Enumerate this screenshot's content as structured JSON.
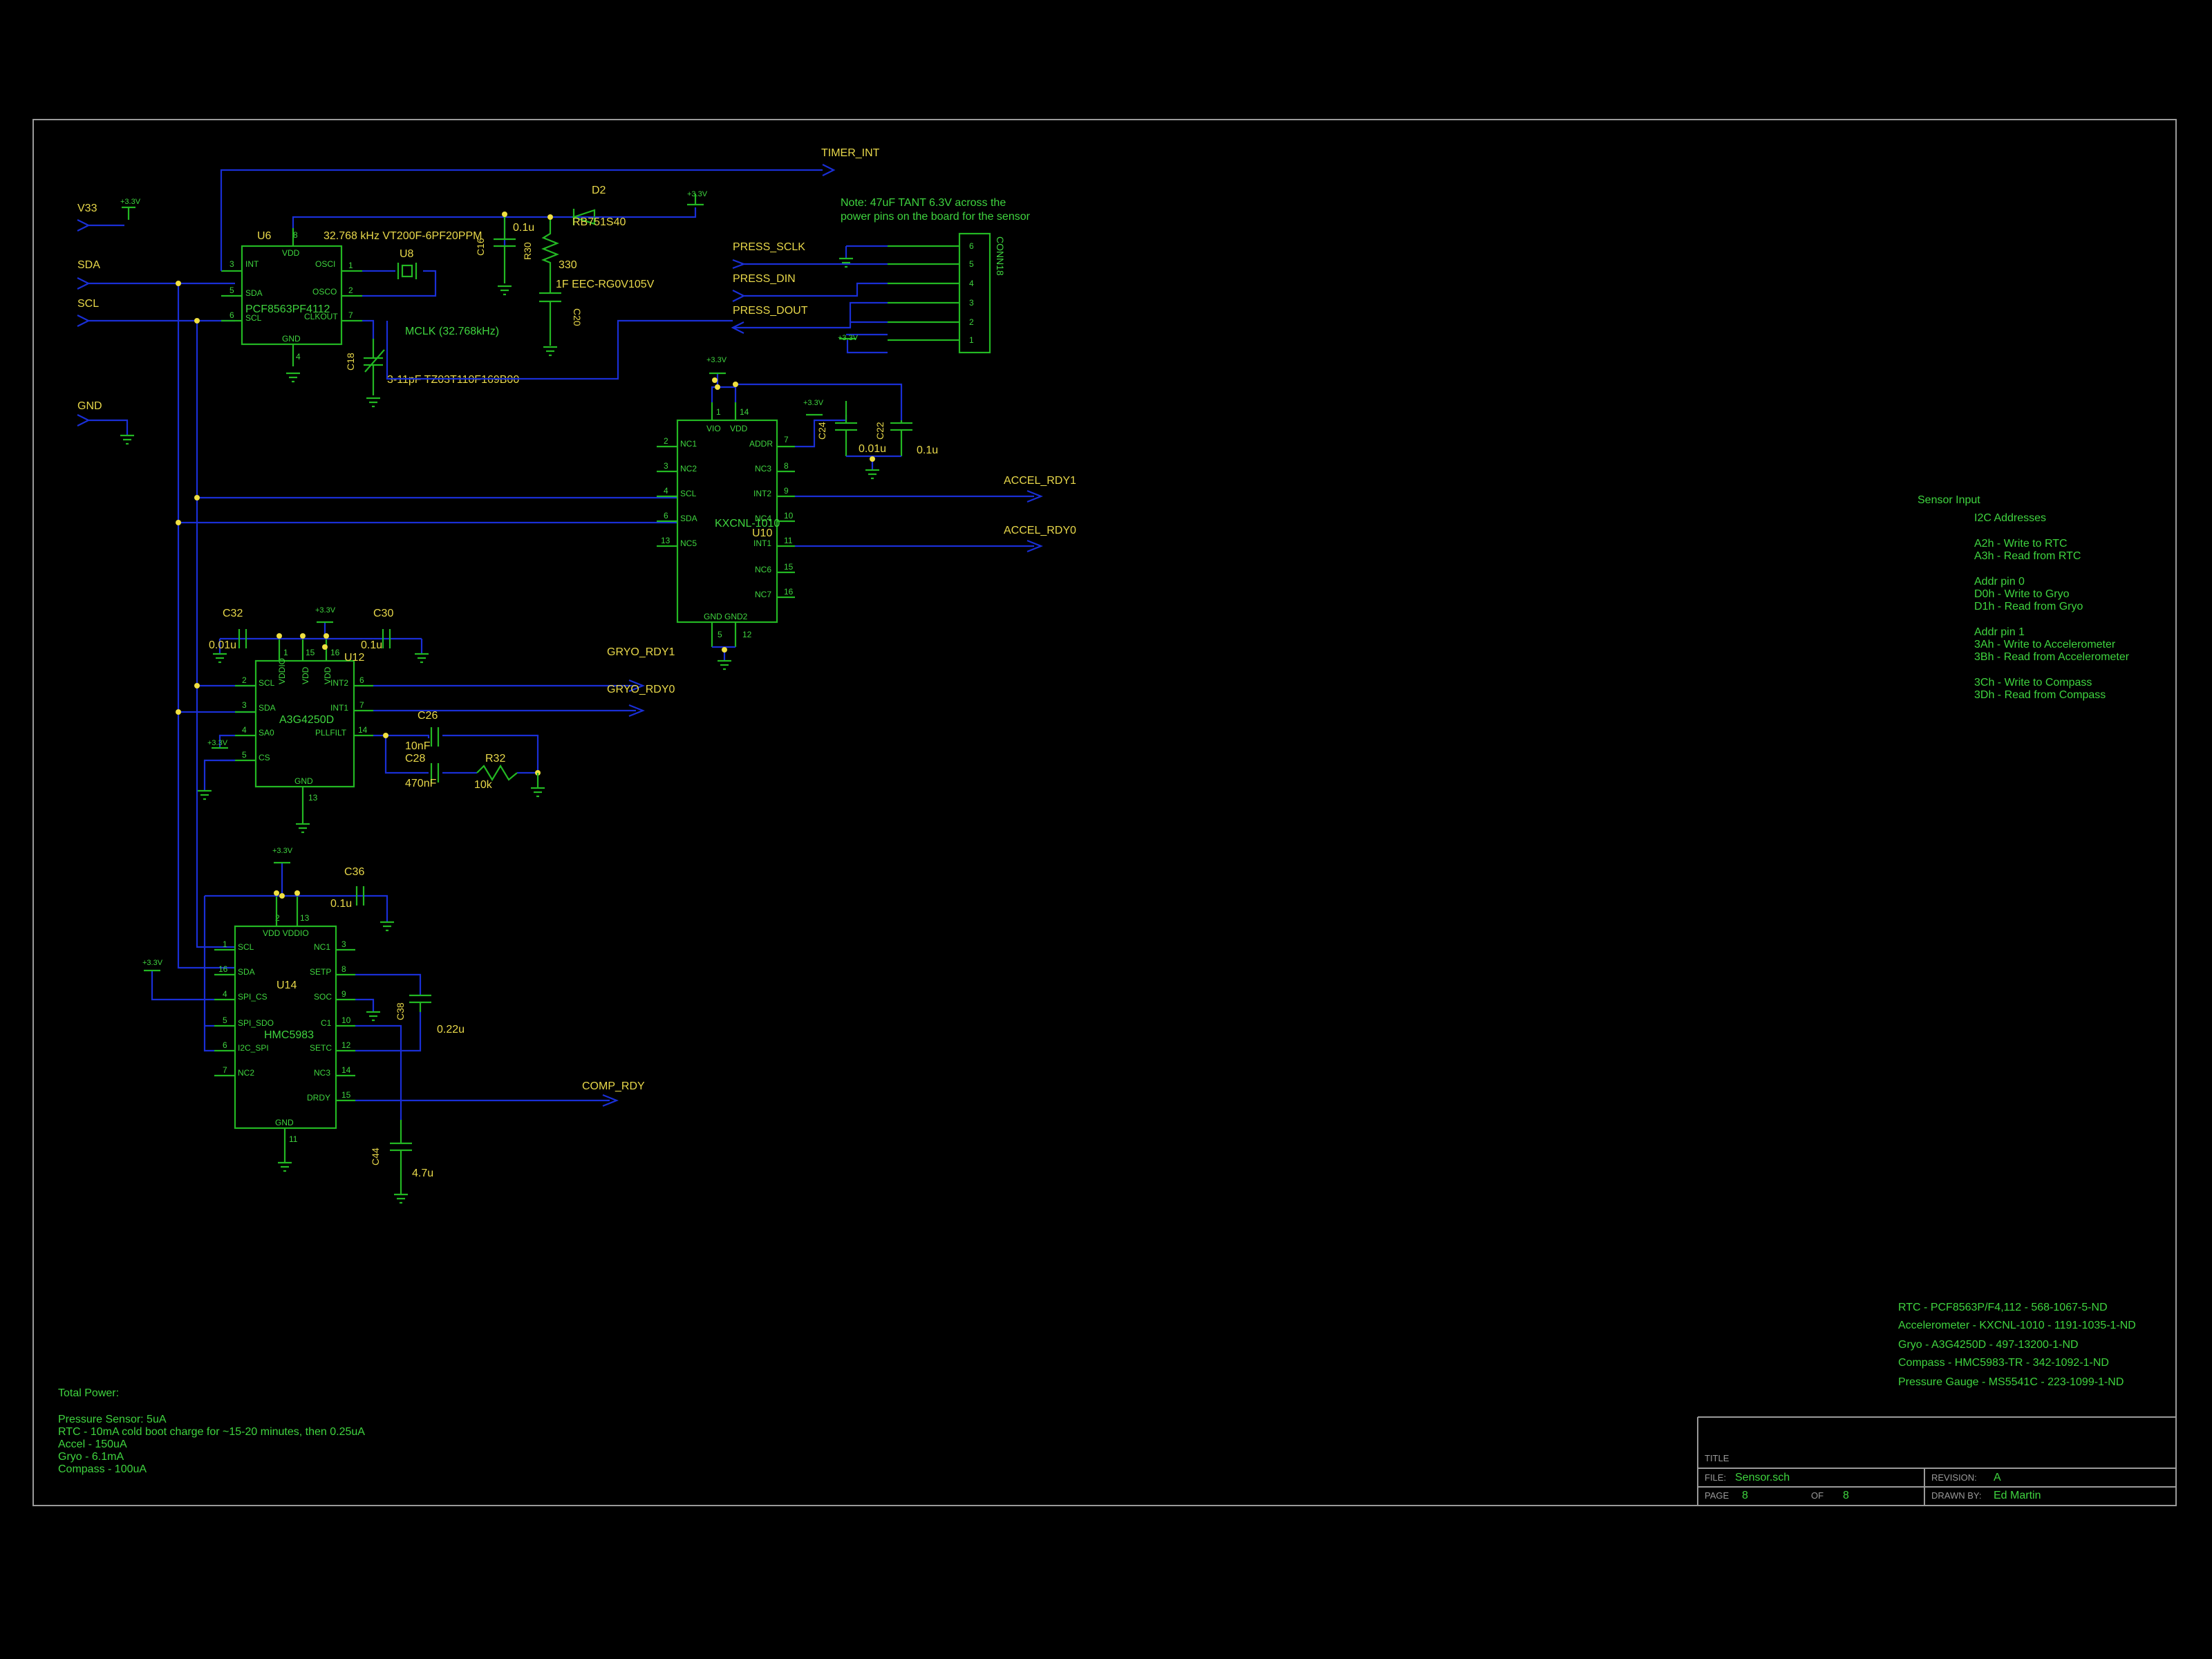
{
  "nets": {
    "v33": "V33",
    "sda": "SDA",
    "scl": "SCL",
    "gnd": "GND",
    "timer_int": "TIMER_INT",
    "accel_rdy1": "ACCEL_RDY1",
    "accel_rdy0": "ACCEL_RDY0",
    "gryo_rdy1": "GRYO_RDY1",
    "gryo_rdy0": "GRYO_RDY0",
    "comp_rdy": "COMP_RDY",
    "press_sclk": "PRESS_SCLK",
    "press_din": "PRESS_DIN",
    "press_dout": "PRESS_DOUT",
    "mclk": "MCLK (32.768kHz)",
    "power": "+3.3V"
  },
  "components": {
    "u6": {
      "ref": "U6",
      "part": "PCF8563PF4112",
      "pins": [
        "INT",
        "SDA",
        "SCL",
        "VDD",
        "GND",
        "OSCI",
        "OSCO",
        "CLKOUT"
      ],
      "nums": [
        "3",
        "5",
        "6",
        "8",
        "4",
        "1",
        "2",
        "7"
      ]
    },
    "u8": {
      "ref": "U8",
      "value": "32.768 kHz VT200F-6PF20PPM"
    },
    "d2": {
      "ref": "D2",
      "value": "RB751S40"
    },
    "c16": {
      "ref": "C16",
      "value": "0.1u"
    },
    "r30": {
      "ref": "R30",
      "value": "330"
    },
    "c20": {
      "ref": "C20",
      "value": "1F EEC-RG0V105V"
    },
    "c18": {
      "ref": "C18",
      "value": "3-11pF TZ03T110F169B00"
    },
    "conn18": {
      "ref": "CONN18",
      "pins": [
        "6",
        "5",
        "4",
        "3",
        "2",
        "1"
      ]
    },
    "u10": {
      "ref": "U10",
      "part": "KXCNL-1010",
      "pins_left": [
        "NC1",
        "NC2",
        "SCL",
        "SDA",
        "NC5"
      ],
      "nums_left": [
        "2",
        "3",
        "4",
        "6",
        "13"
      ],
      "pins_right": [
        "ADDR",
        "NC3",
        "INT2",
        "NC4",
        "INT1",
        "NC6",
        "NC7"
      ],
      "nums_right": [
        "7",
        "8",
        "9",
        "10",
        "11",
        "15",
        "16"
      ],
      "pins_top": [
        "VIO",
        "VDD"
      ],
      "nums_top": [
        "1",
        "14"
      ],
      "pins_bottom": "GND GND2",
      "nums_bottom": [
        "5",
        "12"
      ]
    },
    "c24": {
      "ref": "C24",
      "value": "0.01u"
    },
    "c22": {
      "ref": "C22",
      "value": "0.1u"
    },
    "u12": {
      "ref": "U12",
      "part": "A3G4250D",
      "pins_left": [
        "SCL",
        "SDA",
        "SA0",
        "CS"
      ],
      "nums_left": [
        "2",
        "3",
        "4",
        "5"
      ],
      "pins_right": [
        "INT2",
        "INT1",
        "PLLFILT"
      ],
      "nums_right": [
        "6",
        "7",
        "14"
      ],
      "pins_top": [
        "VDDIO",
        "VDD",
        "VDD"
      ],
      "nums_top": [
        "1",
        "15",
        "16"
      ],
      "gnd": "GND",
      "gnd_num": "13"
    },
    "c32": {
      "ref": "C32",
      "value": "0.01u"
    },
    "c30": {
      "ref": "C30",
      "value": "0.1u"
    },
    "c26": {
      "ref": "C26",
      "value": "10nF"
    },
    "c28": {
      "ref": "C28",
      "value": "470nF"
    },
    "r32": {
      "ref": "R32",
      "value": "10k"
    },
    "u14": {
      "ref": "U14",
      "part": "HMC5983",
      "pins_left": [
        "SCL",
        "SDA",
        "SPI_CS",
        "SPI_SDO",
        "I2C_SPI",
        "NC2"
      ],
      "nums_left": [
        "1",
        "16",
        "4",
        "5",
        "6",
        "7"
      ],
      "pins_right": [
        "NC1",
        "SETP",
        "SOC",
        "C1",
        "SETC",
        "NC3",
        "DRDY"
      ],
      "nums_right": [
        "3",
        "8",
        "9",
        "10",
        "12",
        "14",
        "15"
      ],
      "pins_top": "VDD VDDIO",
      "nums_top": [
        "2",
        "13"
      ],
      "gnd": "GND",
      "gnd_num": "11"
    },
    "c36": {
      "ref": "C36",
      "value": "0.1u"
    },
    "c38": {
      "ref": "C38",
      "value": "0.22u"
    },
    "c44": {
      "ref": "C44",
      "value": "4.7u"
    }
  },
  "note": {
    "line1": "Note: 47uF TANT 6.3V across the",
    "line2": "power pins on the board for the sensor"
  },
  "sensor_input": {
    "title": "Sensor Input",
    "heading": "I2C Addresses",
    "lines": [
      "A2h - Write to RTC",
      "A3h - Read from RTC",
      "Addr pin 0",
      "D0h - Write to Gryo",
      "D1h - Read from Gryo",
      "Addr pin 1",
      "3Ah - Write to Accelerometer",
      "3Bh - Read from Accelerometer",
      "3Ch - Write to Compass",
      "3Dh - Read from Compass"
    ]
  },
  "parts_list": [
    "RTC - PCF8563P/F4,112 - 568-1067-5-ND",
    "Accelerometer - KXCNL-1010 - 1191-1035-1-ND",
    "Gryo - A3G4250D - 497-13200-1-ND",
    "Compass - HMC5983-TR - 342-1092-1-ND",
    "Pressure Gauge - MS5541C - 223-1099-1-ND"
  ],
  "total_power": {
    "title": "Total Power:",
    "lines": [
      "Pressure Sensor: 5uA",
      "RTC - 10mA cold boot charge for ~15-20 minutes, then 0.25uA",
      "Accel - 150uA",
      "Gryo - 6.1mA",
      "Compass - 100uA"
    ]
  },
  "title_block": {
    "title_label": "TITLE",
    "file_label": "FILE:",
    "file": "Sensor.sch",
    "revision_label": "REVISION:",
    "revision": "A",
    "page_label": "PAGE",
    "page": "8",
    "of_label": "OF",
    "of": "8",
    "drawn_label": "DRAWN BY:",
    "drawn": "Ed Martin"
  },
  "colors": {
    "wire": "#1a2fd6",
    "component": "#23b823",
    "label": "#e8d84a",
    "text": "#3fd43f",
    "border": "#9a9a9a",
    "background": "#000000"
  }
}
